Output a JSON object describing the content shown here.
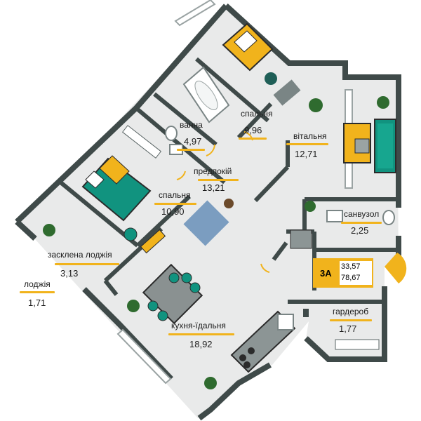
{
  "apartment": {
    "number": "3А",
    "living_area": "33,57",
    "total_area": "78,67"
  },
  "rooms": {
    "bathroom": {
      "name": "ванна",
      "area": "4,97"
    },
    "bedroom_top": {
      "name": "спальня",
      "area": "9,96"
    },
    "living_room": {
      "name": "вітальня",
      "area": "12,71"
    },
    "hallway": {
      "name": "предпокій",
      "area": "13,21"
    },
    "bedroom_main": {
      "name": "спальня",
      "area": "10,90"
    },
    "toilet": {
      "name": "санвузол",
      "area": "2,25"
    },
    "glazed_loggia": {
      "name": "засклена лоджія",
      "area": "3,13"
    },
    "loggia": {
      "name": "лоджія",
      "area": "1,71"
    },
    "wardrobe": {
      "name": "гардероб",
      "area": "1,77"
    },
    "kitchen_dining": {
      "name": "кухня-їдальня",
      "area": "18,92"
    }
  },
  "colors": {
    "wall": "#3f4a49",
    "floor": "#e9eaea",
    "accent": "#f1b31c",
    "furniture_teal": "#11937f"
  }
}
